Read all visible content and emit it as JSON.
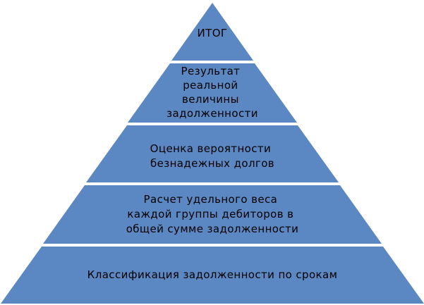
{
  "colors": {
    "tier_fill": "#5b87c2",
    "tier_gap": "#ffffff",
    "text": "#000000"
  },
  "tiers": [
    {
      "id": "itog",
      "lines": [
        "ИТОГ"
      ]
    },
    {
      "id": "result",
      "lines": [
        "Результат",
        "реальной",
        "величины",
        "задолженности"
      ]
    },
    {
      "id": "probability",
      "lines": [
        "Оценка вероятности",
        "безнадежных долгов"
      ]
    },
    {
      "id": "share",
      "lines": [
        "Расчет удельного веса",
        "каждой группы дебиторов в",
        "общей сумме задолженности"
      ]
    },
    {
      "id": "classification",
      "lines": [
        "Классификация задолженности по срокам"
      ]
    }
  ]
}
